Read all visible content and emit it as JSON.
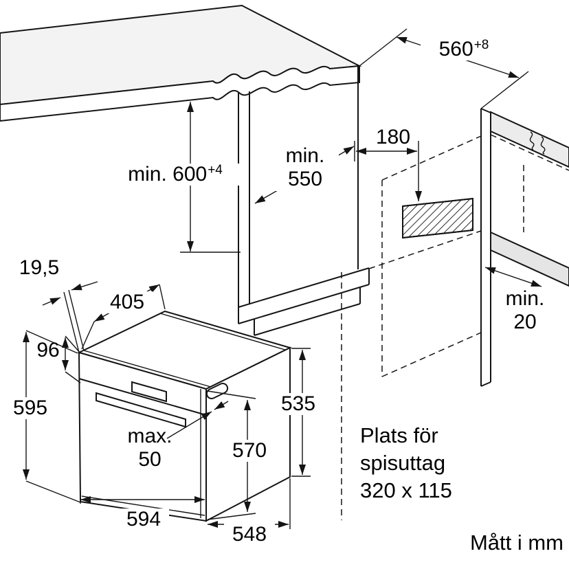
{
  "diagram": {
    "dims": {
      "niche_depth_top": {
        "value": "560",
        "sup": "+8"
      },
      "niche_height": {
        "value": "min. 600",
        "sup": "+4"
      },
      "niche_depth_inner": {
        "line1": "min.",
        "line2": "550"
      },
      "socket_offset": "180",
      "panel_recess": "19,5",
      "top_depth": "405",
      "panel_height": "96",
      "oven_height": "595",
      "handle_depth": {
        "line1": "max.",
        "line2": "50"
      },
      "body_depth": "570",
      "side_depth": "535",
      "oven_width": "594",
      "oven_depth": "548",
      "rear_gap": {
        "line1": "min.",
        "line2": "20"
      }
    },
    "notes": {
      "socket_space_line1": "Plats för",
      "socket_space_line2": "spisuttag",
      "socket_space_line3": "320 x 115",
      "units": "Mått i mm"
    },
    "colors": {
      "line": "#141414",
      "counter_fill": "#f3f3f3",
      "panel_fill": "#ececec"
    }
  }
}
